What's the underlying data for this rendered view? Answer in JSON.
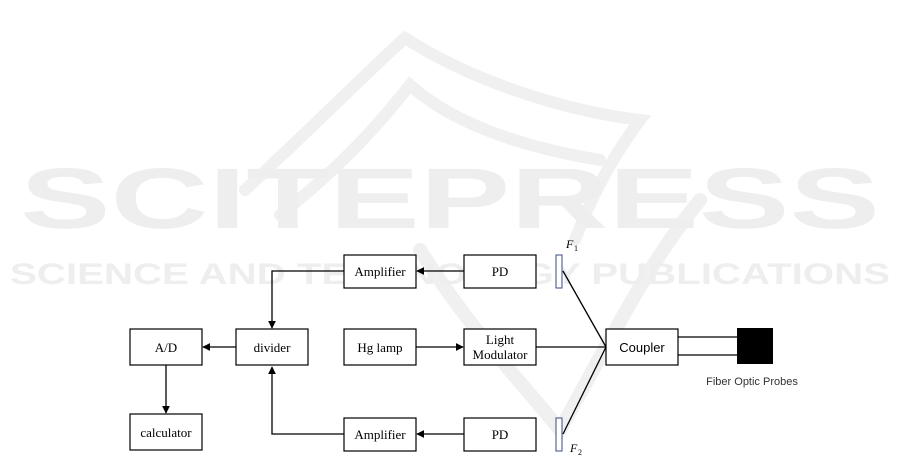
{
  "watermark": {
    "title": "SCITEPRESS",
    "subtitle": "SCIENCE AND TECHNOLOGY PUBLICATIONS"
  },
  "blocks": {
    "amplifier_top": "Amplifier",
    "pd_top": "PD",
    "ad": "A/D",
    "divider": "divider",
    "hg_lamp": "Hg lamp",
    "light_modulator_line1": "Light",
    "light_modulator_line2": "Modulator",
    "coupler": "Coupler",
    "calculator": "calculator",
    "amplifier_bottom": "Amplifier",
    "pd_bottom": "PD"
  },
  "filters": {
    "f1_letter": "F",
    "f1_sub": "1",
    "f2_letter": "F",
    "f2_sub": "2"
  },
  "probe_label": "Fiber Optic Probes"
}
